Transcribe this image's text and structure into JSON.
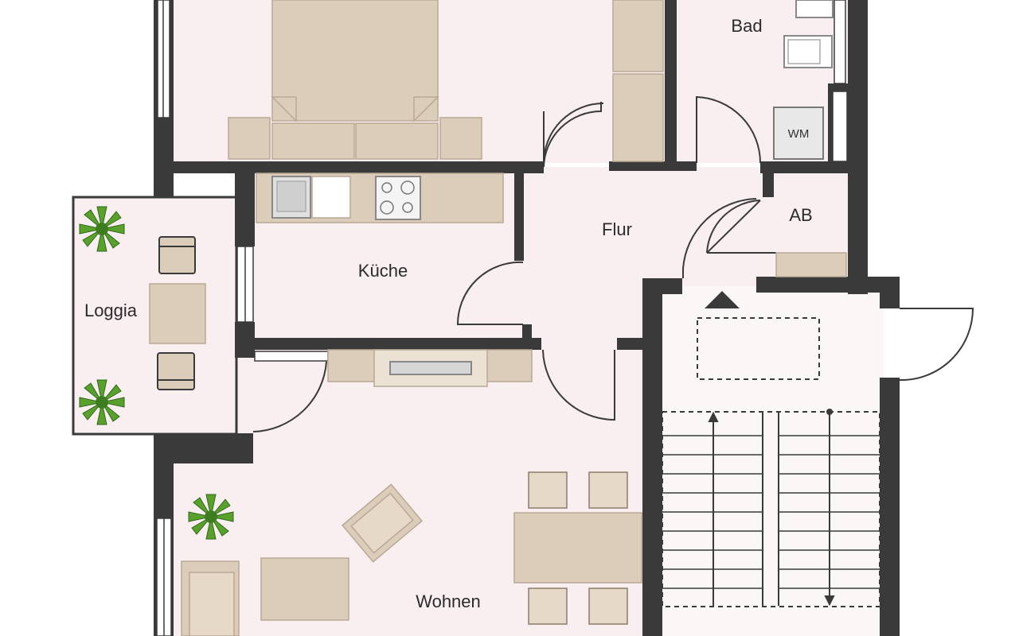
{
  "plan": {
    "rooms": {
      "bad": "Bad",
      "flur": "Flur",
      "ab": "AB",
      "kueche": "Küche",
      "loggia": "Loggia",
      "wohnen": "Wohnen"
    },
    "appliances": {
      "washing_machine": "WM"
    }
  },
  "colors": {
    "floor": "#f9eef0",
    "wall": "#3a3a3a",
    "furniture": "#dccdbb",
    "furniture_stroke": "#b9a994",
    "stair_floor": "#faf7f6",
    "plant": "#5aa02c",
    "plant_dark": "#2f6a1a"
  }
}
